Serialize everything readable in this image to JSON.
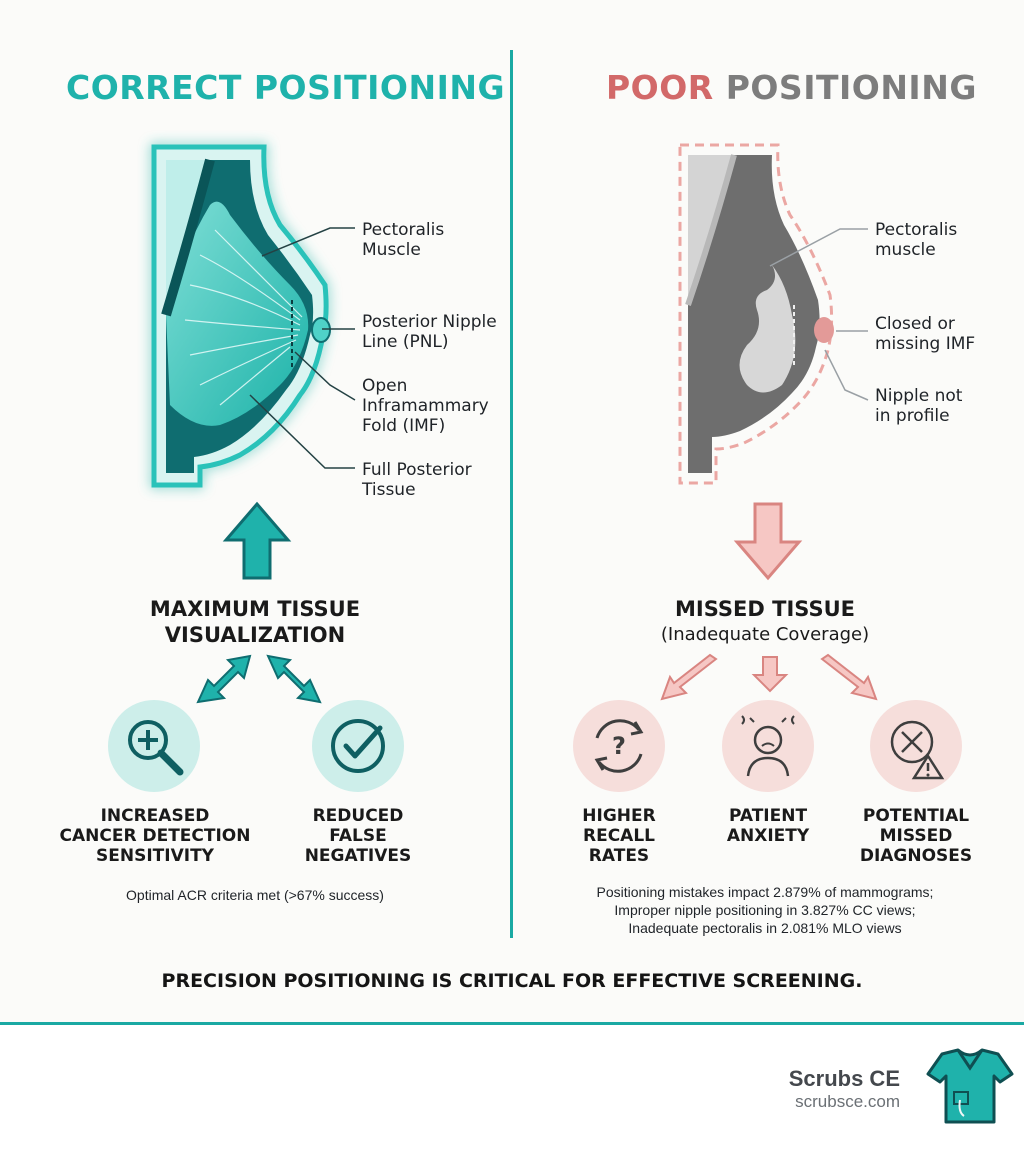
{
  "correct": {
    "title": "CORRECT POSITIONING",
    "labels": {
      "pectoralis": "Pectoralis\nMuscle",
      "pnl": "Posterior Nipple\nLine (PNL)",
      "imf": "Open\nInframammary\nFold (IMF)",
      "posterior": "Full Posterior\nTissue"
    },
    "outcome": "MAXIMUM TISSUE\nVISUALIZATION",
    "benefits": [
      {
        "icon": "magnifier-plus-icon",
        "label": "INCREASED\nCANCER DETECTION\nSENSITIVITY"
      },
      {
        "icon": "checkmark-icon",
        "label": "REDUCED\nFALSE\nNEGATIVES"
      }
    ],
    "note": "Optimal ACR criteria met (>67% success)"
  },
  "poor": {
    "title_first": "POOR",
    "title_rest": " POSITIONING",
    "labels": {
      "pectoralis": "Pectoralis\nmuscle",
      "imf": "Closed or\nmissing IMF",
      "nipple": "Nipple not\nin profile"
    },
    "outcome": "MISSED TISSUE",
    "outcome_sub": "(Inadequate Coverage)",
    "consequences": [
      {
        "icon": "recall-cycle-icon",
        "label": "HIGHER\nRECALL\nRATES"
      },
      {
        "icon": "anxious-person-icon",
        "label": "PATIENT\nANXIETY"
      },
      {
        "icon": "missed-warning-icon",
        "label": "POTENTIAL\nMISSED\nDIAGNOSES"
      }
    ],
    "note": "Positioning mistakes impact 2.879% of mammograms;\nImproper nipple positioning in 3.827% CC views;\nInadequate pectoralis in 2.081% MLO views"
  },
  "closing": "PRECISION POSITIONING IS CRITICAL FOR EFFECTIVE SCREENING.",
  "brand": {
    "name": "Scrubs CE",
    "url": "scrubsce.com"
  },
  "colors": {
    "teal": "#1fb2ab",
    "coral": "#d26969",
    "grey": "#7d7d7d"
  }
}
